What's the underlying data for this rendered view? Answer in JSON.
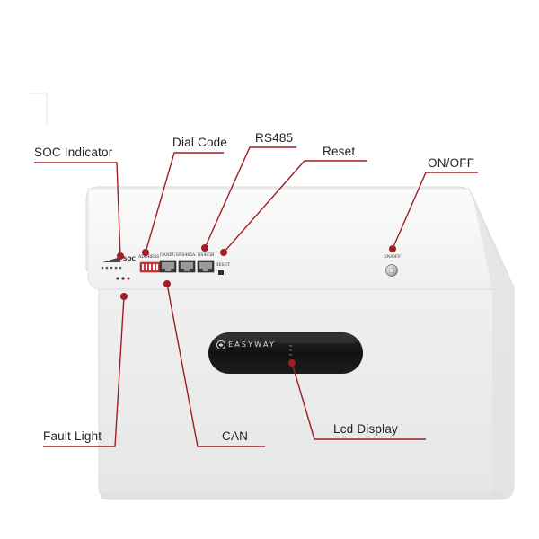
{
  "callouts": {
    "soc_indicator": "SOC Indicator",
    "dial_code": "Dial Code",
    "rs485": "RS485",
    "reset": "Reset",
    "on_off": "ON/OFF",
    "fault_light": "Fault Light",
    "can": "CAN",
    "lcd_display": "Lcd Display"
  },
  "device_labels": {
    "soc": "SOC",
    "address": "ADDRESS",
    "canbus": "CANBUS",
    "rs485a": "RS485A",
    "rs485b": "RS485B",
    "reset": "RESET",
    "onoff": "ON/OFF",
    "brand": "EASYWAY"
  },
  "colors": {
    "leader_line": "#a01e24",
    "device_body": "#efefef",
    "lcd_panel": "#141414"
  },
  "icons": {
    "brand_logo": "easyway-logo-icon",
    "power_button": "power-button-icon"
  }
}
